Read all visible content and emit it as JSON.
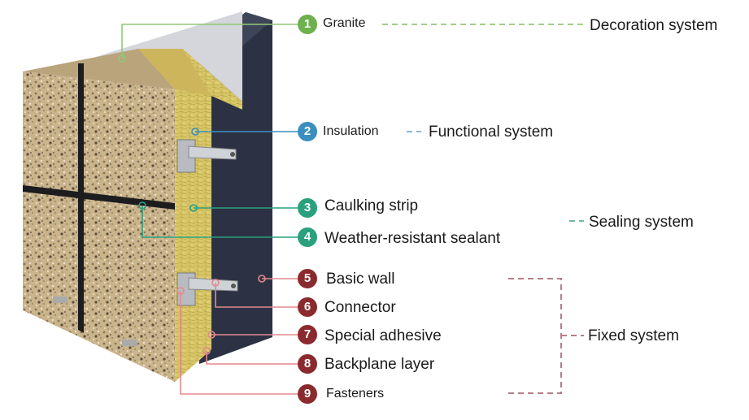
{
  "colors": {
    "green": "#6db04e",
    "blue": "#3a8fbf",
    "teal": "#2aa07e",
    "maroon": "#8b2a2e",
    "pink_line": "#e28a8e",
    "dark_pink_line": "#b97c86"
  },
  "components": [
    {
      "number": "1",
      "label": "Granite",
      "color_key": "green"
    },
    {
      "number": "2",
      "label": "Insulation",
      "color_key": "blue"
    },
    {
      "number": "3",
      "label": "Caulking strip",
      "color_key": "teal"
    },
    {
      "number": "4",
      "label": "Weather-resistant sealant",
      "color_key": "teal"
    },
    {
      "number": "5",
      "label": "Basic wall",
      "color_key": "maroon"
    },
    {
      "number": "6",
      "label": "Connector",
      "color_key": "maroon"
    },
    {
      "number": "7",
      "label": "Special adhesive",
      "color_key": "maroon"
    },
    {
      "number": "8",
      "label": "Backplane layer",
      "color_key": "maroon"
    },
    {
      "number": "9",
      "label": "Fasteners",
      "color_key": "maroon"
    }
  ],
  "systems": [
    {
      "label": "Decoration system"
    },
    {
      "label": "Functional system"
    },
    {
      "label": "Sealing system"
    },
    {
      "label": "Fixed system"
    }
  ]
}
